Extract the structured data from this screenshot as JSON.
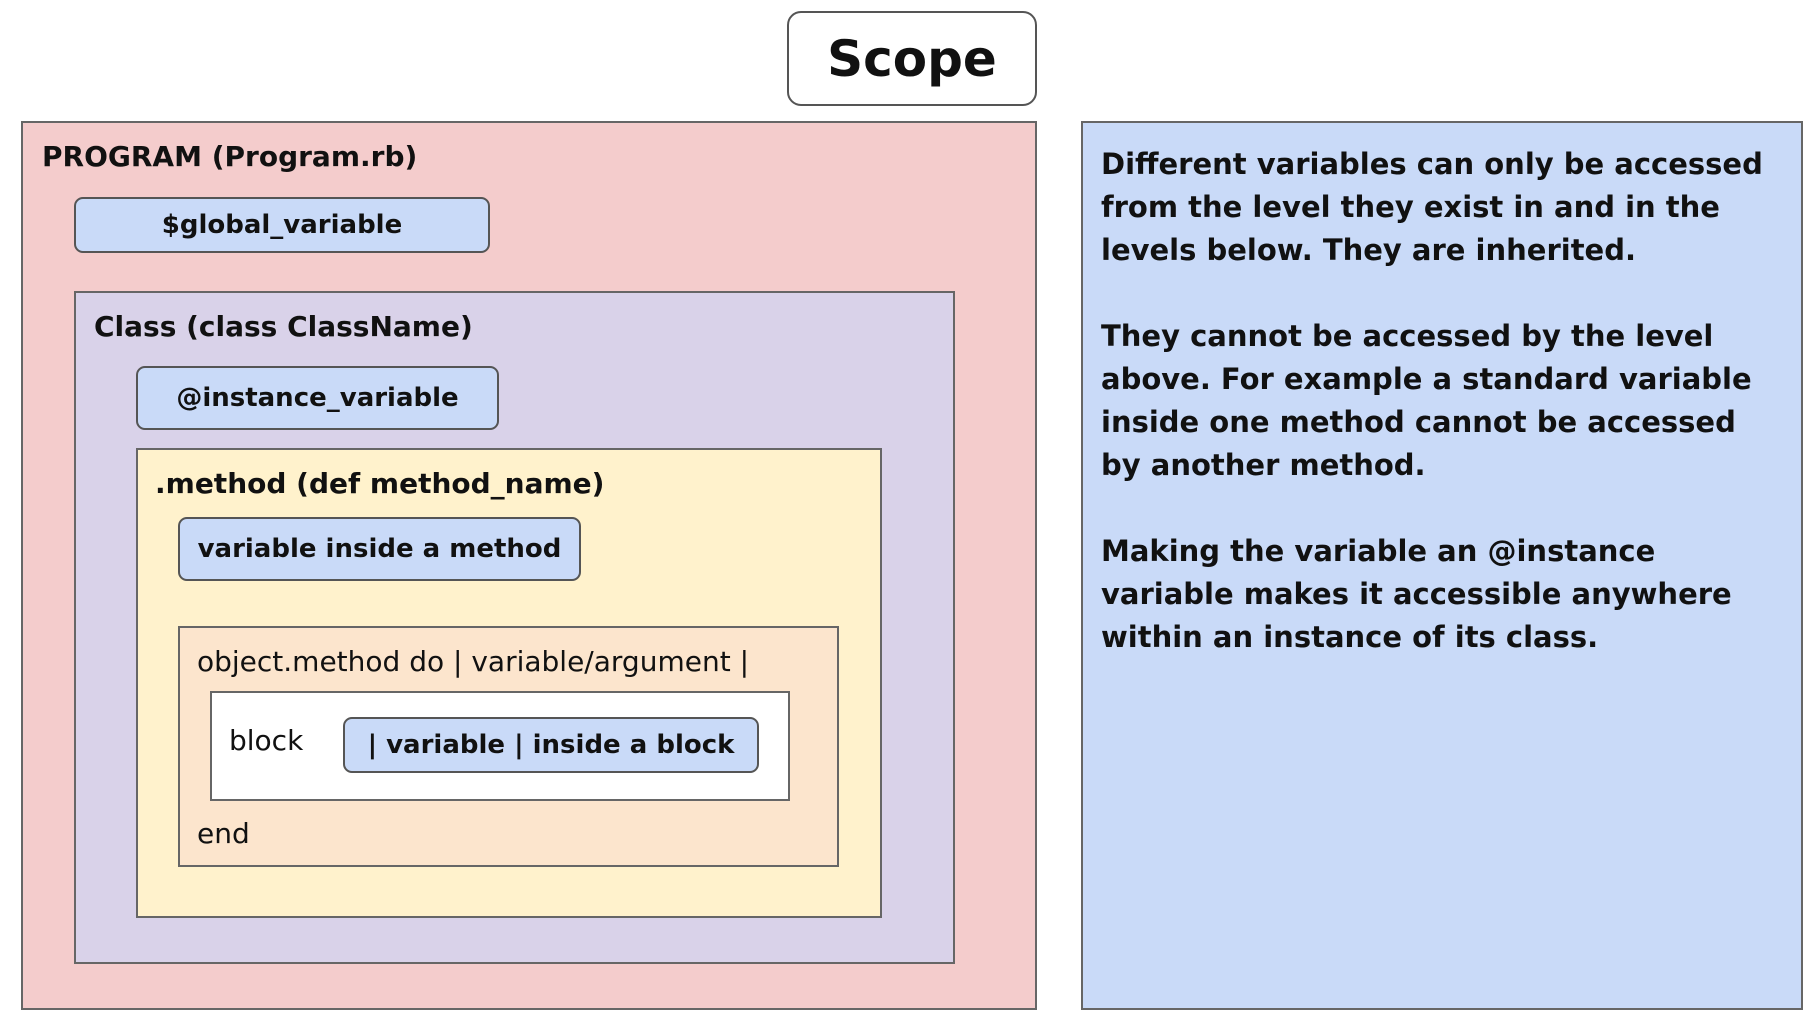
{
  "title": "Scope",
  "program": {
    "label": "PROGRAM (Program.rb)",
    "global_variable": "$global_variable"
  },
  "class_level": {
    "label": "Class (class ClassName)",
    "instance_variable": "@instance_variable"
  },
  "method_level": {
    "label": ".method (def method_name)",
    "variable": "variable inside a method"
  },
  "do_block": {
    "label": "object.method do | variable/argument |",
    "block_label": "block",
    "block_variable": "| variable | inside a block",
    "end_label": "end"
  },
  "explanation": {
    "paragraph_1": "Different variables can only be accessed from the level they exist in and in the levels below. They are inherited.",
    "paragraph_2": "They cannot be accessed by the level above. For example a standard variable inside one method cannot be accessed by another method.",
    "paragraph_3": "Making the variable an @instance variable makes it accessible anywhere within an instance of its class."
  },
  "colors": {
    "program_bg": "#f4cccc",
    "class_bg": "#d9d2e9",
    "method_bg": "#fff2cc",
    "do_block_bg": "#fce5cd",
    "block_bg": "#ffffff",
    "variable_pill_bg": "#c9daf8",
    "info_panel_bg": "#c9daf8"
  }
}
